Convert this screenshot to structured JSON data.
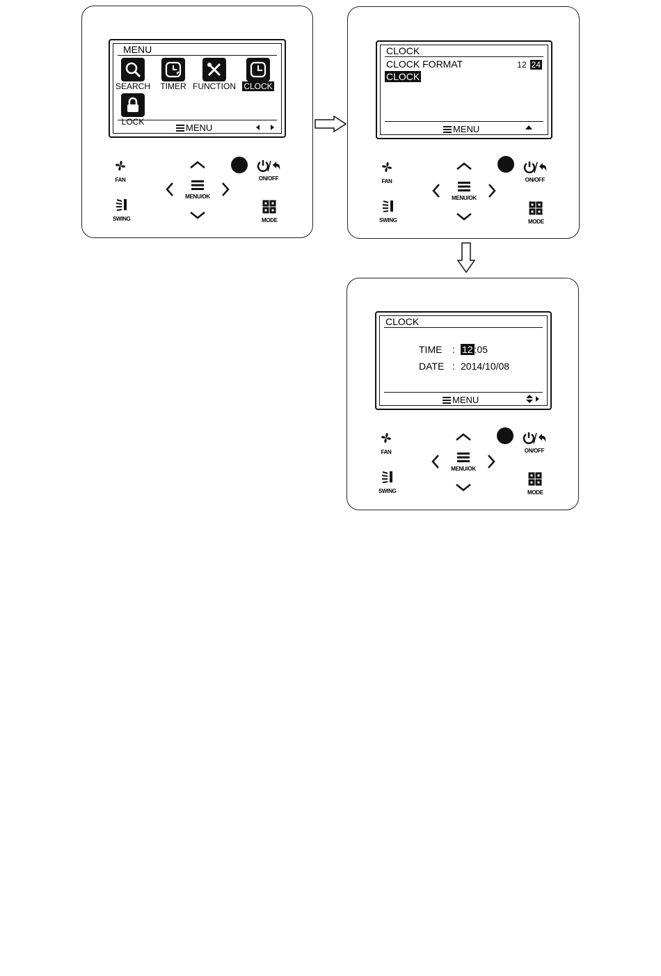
{
  "panel1": {
    "screen_title": "MENU",
    "items": [
      {
        "label": "SEARCH",
        "icon": "search-icon"
      },
      {
        "label": "TIMER",
        "icon": "timer-icon"
      },
      {
        "label": "FUNCTION",
        "icon": "function-icon"
      },
      {
        "label": "CLOCK",
        "icon": "clock-icon",
        "selected": true
      },
      {
        "label": "LOCK",
        "icon": "lock-icon"
      }
    ],
    "bottom_label": "MENU"
  },
  "panel2": {
    "screen_title": "CLOCK",
    "row1_label": "CLOCK FORMAT",
    "format_options": [
      "12",
      "24"
    ],
    "format_selected": "24",
    "row2_label": "CLOCK",
    "bottom_label": "MENU"
  },
  "panel3": {
    "screen_title": "CLOCK",
    "time_label": "TIME",
    "time_colon": ":",
    "time_hour": "12",
    "time_rest": ":05",
    "date_label": "DATE",
    "date_colon": ":",
    "date_value": "2014/10/08",
    "bottom_label": "MENU"
  },
  "buttons": {
    "fan": "FAN",
    "swing": "SWING",
    "menu_ok": "MENU/OK",
    "on_off": "ON/OFF",
    "mode": "MODE"
  }
}
